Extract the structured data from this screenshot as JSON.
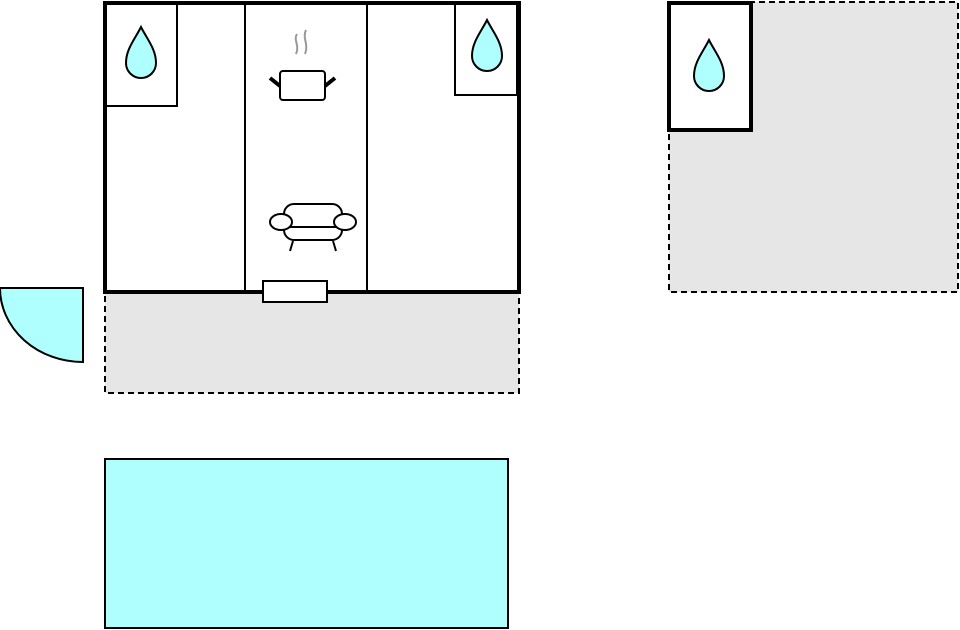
{
  "colors": {
    "wall": "#000000",
    "water": "#b0ffff",
    "outdoor_area": "#e6e6e6",
    "steam": "#999999",
    "background": "#ffffff"
  },
  "icons": [
    "water-drop-icon",
    "cooking-pot-icon",
    "sofa-icon",
    "door-icon",
    "window-icon"
  ],
  "areas": [
    "main-building",
    "bathroom-left",
    "bathroom-right",
    "kitchen-living",
    "terrace",
    "pool",
    "annex",
    "annex-bathroom",
    "annex-terrace"
  ]
}
